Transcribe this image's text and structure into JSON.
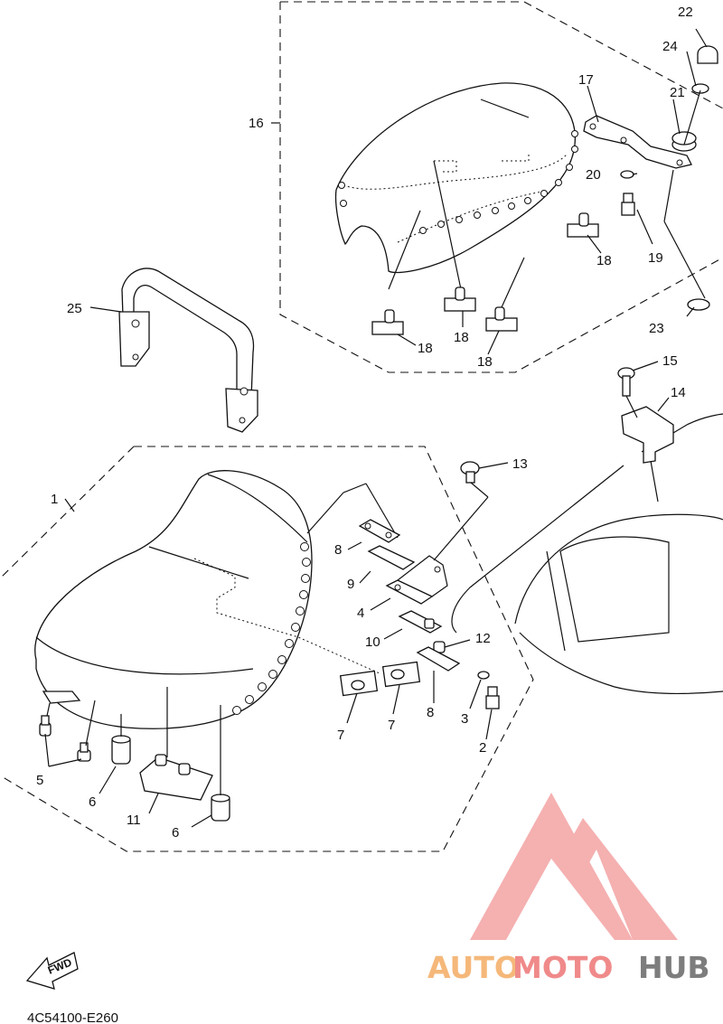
{
  "diagram_code": "4C54100-E260",
  "fwd_label": "FWD",
  "watermark": {
    "text_auto": "AUTO",
    "text_moto": "MOTO",
    "text_hub": "HUB",
    "color_auto": "#f5b87a",
    "color_moto": "#f08a8a",
    "color_hub": "#7d7d7d",
    "logo_color": "#f4a3a3"
  },
  "callouts": {
    "c1": "1",
    "c2": "2",
    "c3": "3",
    "c4": "4",
    "c5": "5",
    "c6a": "6",
    "c6b": "6",
    "c7a": "7",
    "c7b": "7",
    "c8a": "8",
    "c8b": "8",
    "c9": "9",
    "c10": "10",
    "c11": "11",
    "c12": "12",
    "c13": "13",
    "c14": "14",
    "c15": "15",
    "c16": "16",
    "c17": "17",
    "c18a": "18",
    "c18b": "18",
    "c18c": "18",
    "c18d": "18",
    "c19": "19",
    "c20": "20",
    "c21": "21",
    "c22": "22",
    "c23": "23",
    "c24": "24",
    "c25": "25"
  }
}
